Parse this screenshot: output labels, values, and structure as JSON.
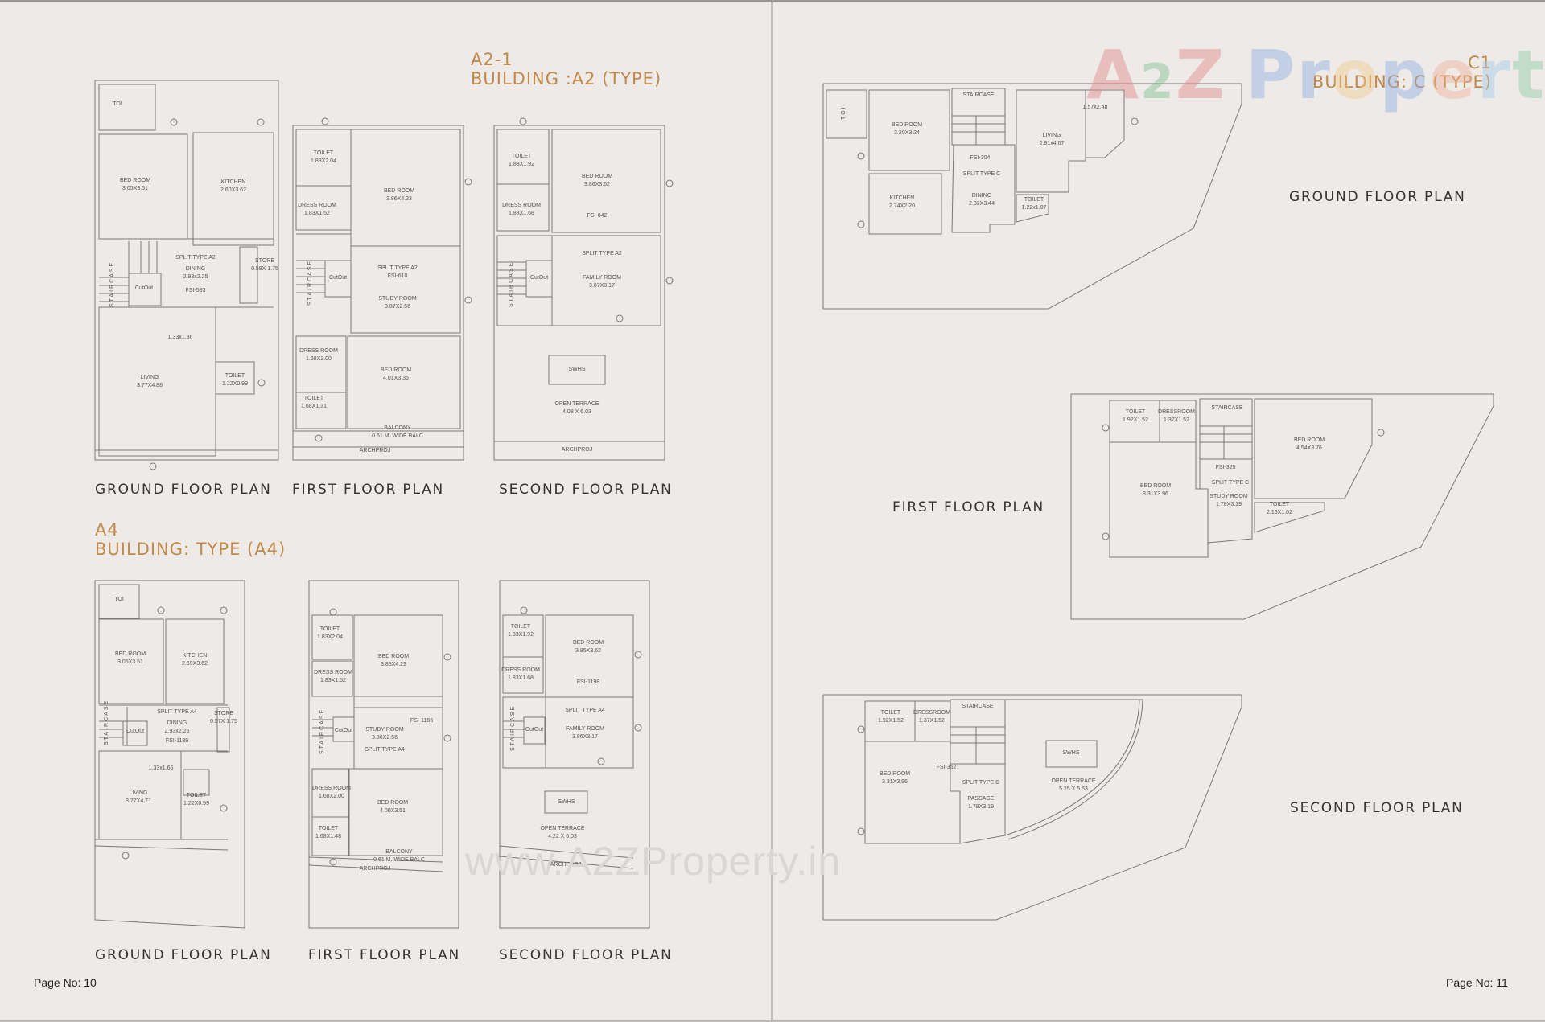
{
  "left_page": {
    "page_no": "Page No: 10",
    "section_a2": {
      "code": "A2-1",
      "name": "BUILDING :A2 (TYPE)",
      "plans": {
        "ground": {
          "label": "GROUND FLOOR PLAN",
          "rooms": [
            {
              "name": "TOI",
              "dim": ""
            },
            {
              "name": "BED ROOM",
              "dim": "3.05X3.51"
            },
            {
              "name": "KITCHEN",
              "dim": "2.60X3.62"
            },
            {
              "name": "SPLIT TYPE A2",
              "dim": ""
            },
            {
              "name": "DINING",
              "dim": "2.93x2.25"
            },
            {
              "name": "FSI-583",
              "dim": ""
            },
            {
              "name": "STORE",
              "dim": "0.58X 1.75"
            },
            {
              "name": "CutOut",
              "dim": ""
            },
            {
              "name": "1.33x1.86",
              "dim": ""
            },
            {
              "name": "LIVING",
              "dim": "3.77X4.88"
            },
            {
              "name": "TOILET",
              "dim": "1.22X0.99"
            }
          ],
          "staircase": "STAIRCASE"
        },
        "first": {
          "label": "FIRST FLOOR PLAN",
          "rooms": [
            {
              "name": "TOILET",
              "dim": "1.83X2.04"
            },
            {
              "name": "DRESS ROOM",
              "dim": "1.83X1.52"
            },
            {
              "name": "BED ROOM",
              "dim": "3.86X4.23"
            },
            {
              "name": "SPLIT TYPE A2",
              "dim": "FSI-610"
            },
            {
              "name": "STUDY ROOM",
              "dim": "3.87X2.56"
            },
            {
              "name": "CutOut",
              "dim": ""
            },
            {
              "name": "DRESS ROOM",
              "dim": "1.68X2.00"
            },
            {
              "name": "BED ROOM",
              "dim": "4.01X3.36"
            },
            {
              "name": "TOILET",
              "dim": "1.68X1.31"
            },
            {
              "name": "BALCONY",
              "dim": "0.61 M. WIDE BALC"
            },
            {
              "name": "ARCHPROJ",
              "dim": ""
            }
          ],
          "staircase": "STAIRCASE"
        },
        "second": {
          "label": "SECOND FLOOR PLAN",
          "rooms": [
            {
              "name": "TOILET",
              "dim": "1.83X1.92"
            },
            {
              "name": "BED ROOM",
              "dim": "3.86X3.62"
            },
            {
              "name": "FSI-642",
              "dim": ""
            },
            {
              "name": "DRESS ROOM",
              "dim": "1.83X1.68"
            },
            {
              "name": "SPLIT TYPE A2",
              "dim": ""
            },
            {
              "name": "FAMILY ROOM",
              "dim": "3.87X3.17"
            },
            {
              "name": "CutOut",
              "dim": ""
            },
            {
              "name": "SWHS",
              "dim": ""
            },
            {
              "name": "OPEN TERRACE",
              "dim": "4.08 X 6.03"
            },
            {
              "name": "ARCHPROJ",
              "dim": ""
            }
          ],
          "staircase": "STAIRCASE"
        }
      }
    },
    "section_a4": {
      "code": "A4",
      "name": "BUILDING: TYPE (A4)",
      "plans": {
        "ground": {
          "label": "GROUND FLOOR PLAN",
          "rooms": [
            {
              "name": "TOI",
              "dim": ""
            },
            {
              "name": "BED ROOM",
              "dim": "3.05X3.51"
            },
            {
              "name": "KITCHEN",
              "dim": "2.59X3.62"
            },
            {
              "name": "SPLIT TYPE A4",
              "dim": ""
            },
            {
              "name": "DINING",
              "dim": "2.93x2.25"
            },
            {
              "name": "FSI-1139",
              "dim": ""
            },
            {
              "name": "STORE",
              "dim": "0.57X 1.75"
            },
            {
              "name": "CutOut",
              "dim": ""
            },
            {
              "name": "1.33x1.66",
              "dim": ""
            },
            {
              "name": "LIVING",
              "dim": "3.77X4.71"
            },
            {
              "name": "TOILET",
              "dim": "1.22X0.99"
            }
          ],
          "staircase": "STAIRCASE"
        },
        "first": {
          "label": "FIRST FLOOR PLAN",
          "rooms": [
            {
              "name": "TOILET",
              "dim": "1.83X2.04"
            },
            {
              "name": "DRESS ROOM",
              "dim": "1.83X1.52"
            },
            {
              "name": "BED ROOM",
              "dim": "3.85X4.23"
            },
            {
              "name": "FSI-1166",
              "dim": ""
            },
            {
              "name": "STUDY ROOM",
              "dim": "3.86X2.56"
            },
            {
              "name": "SPLIT TYPE A4",
              "dim": ""
            },
            {
              "name": "CutOut",
              "dim": ""
            },
            {
              "name": "DRESS ROOM",
              "dim": "1.68X2.00"
            },
            {
              "name": "BED ROOM",
              "dim": "4.00X3.51"
            },
            {
              "name": "TOILET",
              "dim": "1.68X1.48"
            },
            {
              "name": "BALCONY",
              "dim": "0.61 M. WIDE BALC"
            },
            {
              "name": "ARCHPROJ",
              "dim": ""
            }
          ],
          "staircase": "STAIRCASE"
        },
        "second": {
          "label": "SECOND FLOOR PLAN",
          "rooms": [
            {
              "name": "TOILET",
              "dim": "1.83X1.92"
            },
            {
              "name": "BED ROOM",
              "dim": "3.85X3.62"
            },
            {
              "name": "FSI-1198",
              "dim": ""
            },
            {
              "name": "DRESS ROOM",
              "dim": "1.83X1.68"
            },
            {
              "name": "SPLIT TYPE A4",
              "dim": ""
            },
            {
              "name": "FAMILY ROOM",
              "dim": "3.86X3.17"
            },
            {
              "name": "CutOut",
              "dim": ""
            },
            {
              "name": "SWHS",
              "dim": ""
            },
            {
              "name": "OPEN TERRACE",
              "dim": "4.22 X 6.03"
            },
            {
              "name": "ARCHPROJ",
              "dim": ""
            }
          ],
          "staircase": "STAIRCASE"
        }
      }
    }
  },
  "right_page": {
    "page_no": "Page No: 11",
    "section_c": {
      "code": "C1",
      "name": "BUILDING: C (TYPE)",
      "plans": {
        "ground": {
          "label": "GROUND FLOOR PLAN",
          "rooms": [
            {
              "name": "TOI",
              "dim": ""
            },
            {
              "name": "BED ROOM",
              "dim": "3.20X3.24"
            },
            {
              "name": "STAIRCASE",
              "dim": ""
            },
            {
              "name": "FSI-304",
              "dim": ""
            },
            {
              "name": "SPLIT TYPE C",
              "dim": ""
            },
            {
              "name": "DINING",
              "dim": "2.82X3.44"
            },
            {
              "name": "KITCHEN",
              "dim": "2.74X2.20"
            },
            {
              "name": "LIVING",
              "dim": "2.91x4.07"
            },
            {
              "name": "1.57x2.48",
              "dim": ""
            },
            {
              "name": "TOILET",
              "dim": "1.22x1.07"
            }
          ]
        },
        "first": {
          "label": "FIRST FLOOR PLAN",
          "rooms": [
            {
              "name": "TOILET",
              "dim": "1.92X1.52"
            },
            {
              "name": "DRESSROOM",
              "dim": "1.37X1.52"
            },
            {
              "name": "STAIRCASE",
              "dim": ""
            },
            {
              "name": "BED ROOM",
              "dim": "4.54X3.76"
            },
            {
              "name": "FSI-325",
              "dim": ""
            },
            {
              "name": "SPLIT TYPE C",
              "dim": ""
            },
            {
              "name": "STUDY ROOM",
              "dim": "1.78X3.19"
            },
            {
              "name": "BED ROOM",
              "dim": "3.31X3.96"
            },
            {
              "name": "TOILET",
              "dim": "2.15X1.02"
            }
          ]
        },
        "second": {
          "label": "SECOND FLOOR PLAN",
          "rooms": [
            {
              "name": "TOILET",
              "dim": "1.92X1.52"
            },
            {
              "name": "DRESSROOM",
              "dim": "1.37X1.52"
            },
            {
              "name": "STAIRCASE",
              "dim": ""
            },
            {
              "name": "BED ROOM",
              "dim": "3.31X3.96"
            },
            {
              "name": "FSI-352",
              "dim": ""
            },
            {
              "name": "SPLIT TYPE C",
              "dim": ""
            },
            {
              "name": "PASSAGE",
              "dim": "1.78X3.19"
            },
            {
              "name": "SWHS",
              "dim": ""
            },
            {
              "name": "OPEN TERRACE",
              "dim": "5.25 X 5.53"
            }
          ]
        }
      }
    }
  },
  "watermarks": {
    "logo_text": "A2Z Property",
    "url_text": "www.A2ZProperty.in"
  },
  "colors": {
    "background": "#edeae8",
    "title_accent": "#c08a4a",
    "line": "#7a7878",
    "label_text": "#333333"
  }
}
